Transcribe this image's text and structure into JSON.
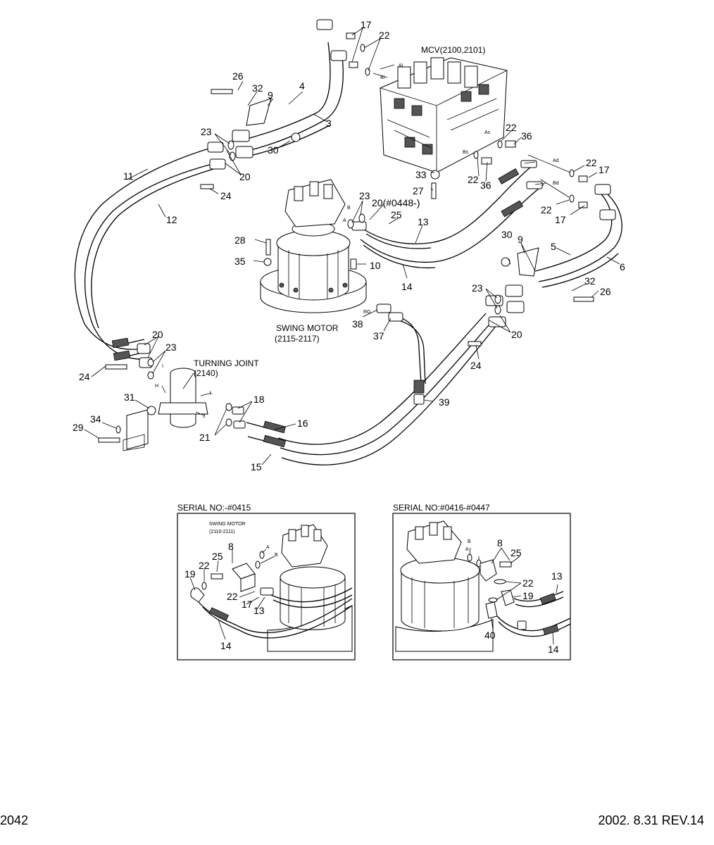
{
  "labels": {
    "mcv": "MCV(2100,2101)",
    "swing_motor": "SWING MOTOR",
    "swing_motor_code": "(2115-2117)",
    "turning_joint": "TURNING JOINT",
    "turning_joint_code": "(2140)",
    "part20_serial": "20(#0448-)"
  },
  "ports": {
    "ai": "Ai",
    "bi": "Bi",
    "as": "As",
    "bs": "Bs",
    "ad": "Ad",
    "bd": "Bd",
    "a": "A",
    "b": "B",
    "rg": "RG",
    "i": "I",
    "h": "H",
    "l": "L",
    "j": "J"
  },
  "parts": {
    "p3": "3",
    "p4": "4",
    "p5": "5",
    "p6": "6",
    "p9a": "9",
    "p9b": "9",
    "p10": "10",
    "p11": "11",
    "p12": "12",
    "p13": "13",
    "p14": "14",
    "p15": "15",
    "p16": "16",
    "p17a": "17",
    "p17b": "17",
    "p17c": "17",
    "p18": "18",
    "p20a": "20",
    "p20b": "20",
    "p20c": "20",
    "p21": "21",
    "p22a": "22",
    "p22b": "22",
    "p22c": "22",
    "p22d": "22",
    "p22e": "22",
    "p23a": "23",
    "p23b": "23",
    "p23c": "23",
    "p23d": "23",
    "p24a": "24",
    "p24b": "24",
    "p24c": "24",
    "p25": "25",
    "p26a": "26",
    "p26b": "26",
    "p27": "27",
    "p28": "28",
    "p29": "29",
    "p30a": "30",
    "p30b": "30",
    "p31": "31",
    "p32a": "32",
    "p32b": "32",
    "p33": "33",
    "p34": "34",
    "p35": "35",
    "p36a": "36",
    "p36b": "36",
    "p37": "37",
    "p38": "38",
    "p39": "39"
  },
  "inset_left": {
    "title": "SERIAL NO:-#0415",
    "swing_motor": "SWING MOTOR",
    "swing_motor_code": "(2110-2111)",
    "port_a": "A",
    "port_b": "B",
    "p8": "8",
    "p19": "19",
    "p22a": "22",
    "p25": "25",
    "p22b": "22",
    "p17": "17",
    "p13": "13",
    "p14": "14"
  },
  "inset_right": {
    "title": "SERIAL NO:#0416-#0447",
    "port_a": "A",
    "port_b": "B",
    "p8": "8",
    "p25": "25",
    "p22": "22",
    "p13": "13",
    "p19": "19",
    "p40": "40",
    "p14": "14"
  },
  "footer": {
    "page_number": "2042",
    "revision": "2002. 8.31 REV.14"
  }
}
